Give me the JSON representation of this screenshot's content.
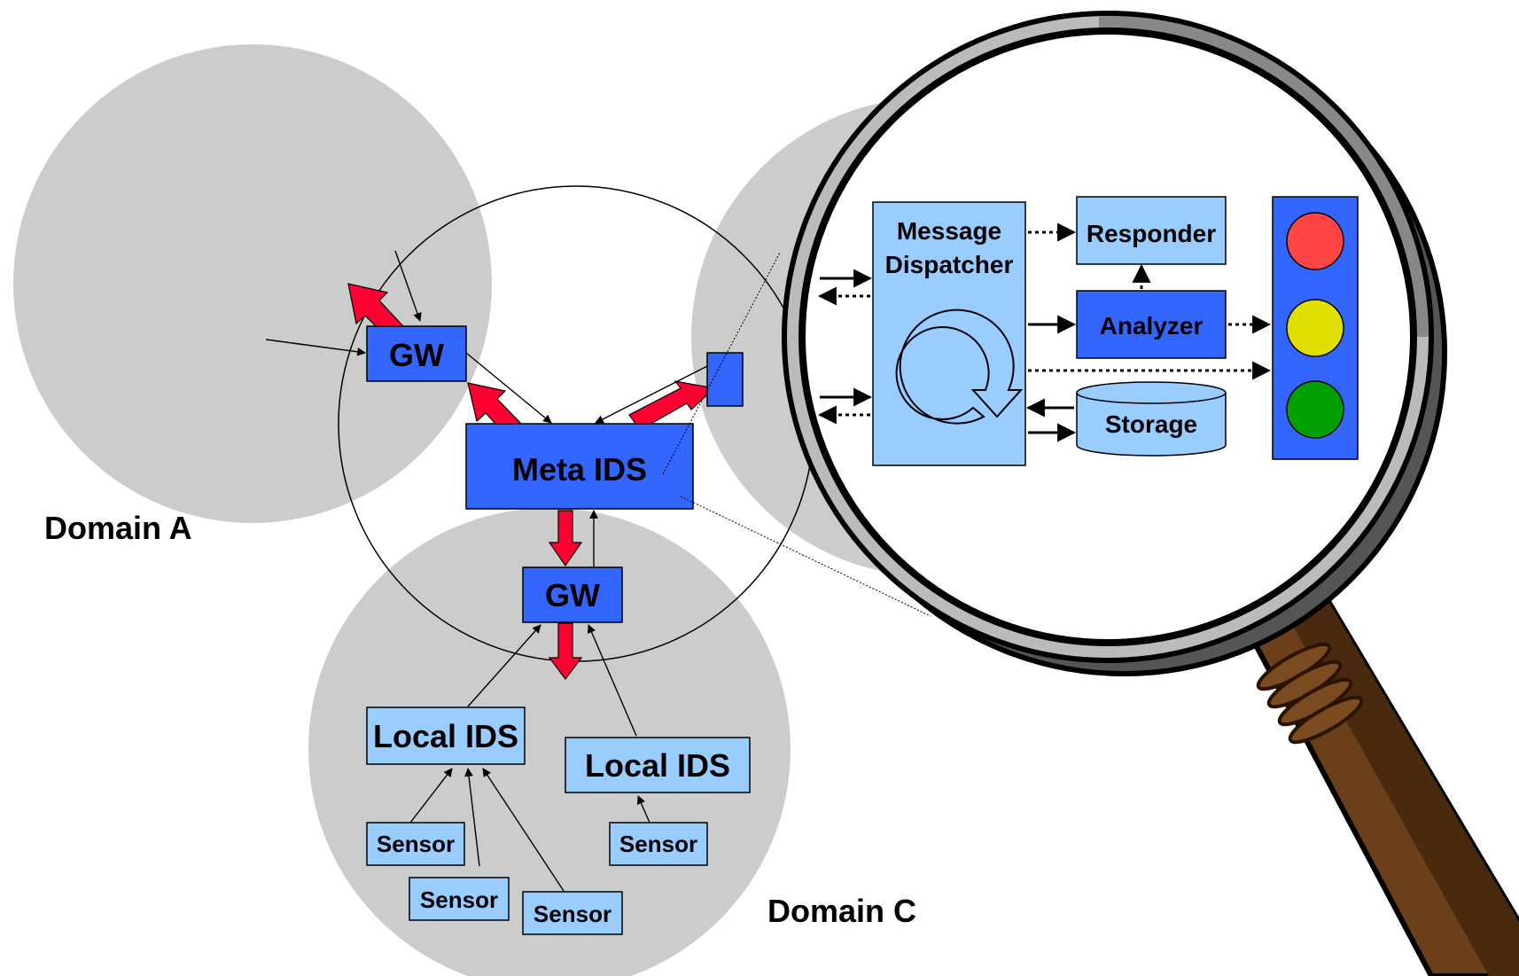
{
  "domains": {
    "a_label": "Domain A",
    "c_label": "Domain C"
  },
  "nodes": {
    "gw_a": "GW",
    "gw_c": "GW",
    "meta_ids": "Meta IDS",
    "local_ids_1": "Local IDS",
    "local_ids_2": "Local IDS",
    "sensors": [
      "Sensor",
      "Sensor",
      "Sensor",
      "Sensor"
    ]
  },
  "magnifier": {
    "dispatcher_line1": "Message",
    "dispatcher_line2": "Dispatcher",
    "responder": "Responder",
    "analyzer": "Analyzer",
    "storage": "Storage",
    "traffic_light": {
      "colors": [
        "#ff4444",
        "#e0e000",
        "#00a000"
      ],
      "icon": "traffic-light-icon"
    },
    "cycle_icon": "cycle-arrow-icon",
    "handle_icon": "magnifier-handle-icon"
  },
  "colors": {
    "domain_fill": "#cccccc",
    "node_dark": "#3366ff",
    "node_light": "#99ccff",
    "alert_arrow": "#ff0033"
  }
}
